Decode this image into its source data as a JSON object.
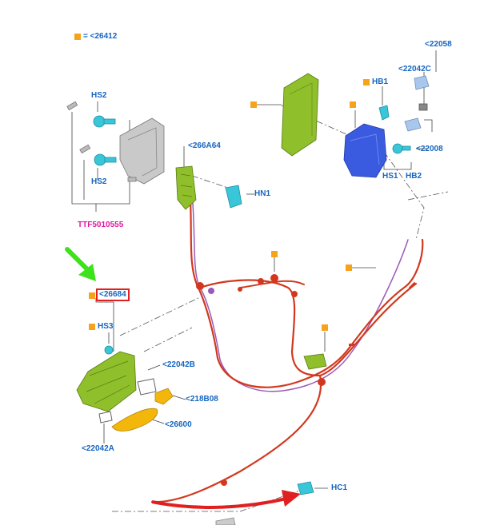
{
  "legend": {
    "label": "= <26412"
  },
  "labels": {
    "c22058": "<22058",
    "c22042C": "<22042C",
    "hb1": "HB1",
    "c22008": "<22008",
    "hs1": "HS1",
    "hb2": "HB2",
    "hs2_top": "HS2",
    "hs2_bottom": "HS2",
    "c266A64": "<266A64",
    "hn1": "HN1",
    "ttf": "TTF5010555",
    "c26684": "<26684",
    "hs3": "HS3",
    "c22042B": "<22042B",
    "c218B08": "<218B08",
    "c26600": "<26600",
    "c22042A": "<22042A",
    "hc1": "HC1"
  },
  "colors": {
    "label": "#1565c0",
    "part_ref": "#e0169f",
    "marker": "#f7a21b",
    "callout_arrow": "#e02020",
    "pointer_arrow": "#3ee21b",
    "cable": "#d2381e",
    "cable_inner": "#9b59b6",
    "bracket_green": "#8fbf2a",
    "latch_blue": "#3a5be0",
    "clip_cyan": "#39c6d8",
    "handle_yellow": "#f3b60a"
  }
}
